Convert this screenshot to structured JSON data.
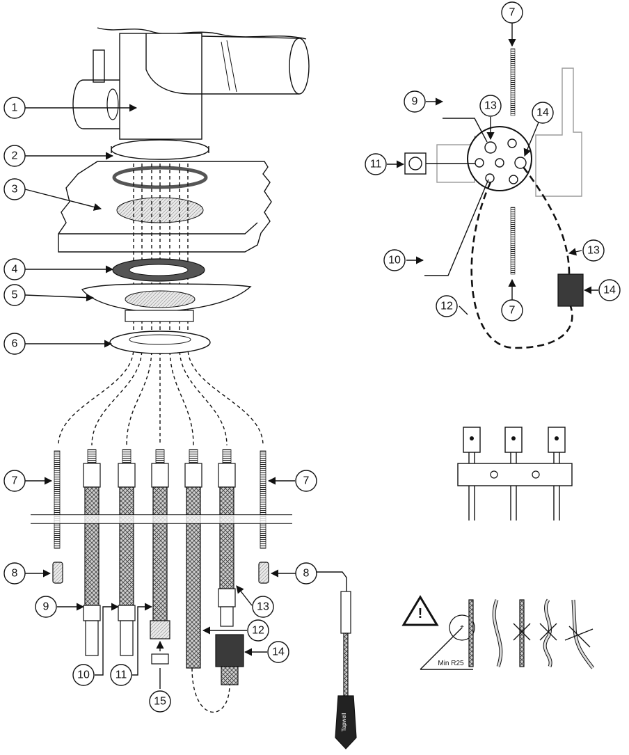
{
  "callouts": [
    {
      "id": "1",
      "label": "1"
    },
    {
      "id": "2",
      "label": "2"
    },
    {
      "id": "3",
      "label": "3"
    },
    {
      "id": "4",
      "label": "4"
    },
    {
      "id": "5",
      "label": "5"
    },
    {
      "id": "6",
      "label": "6"
    },
    {
      "id": "7a",
      "label": "7"
    },
    {
      "id": "7b",
      "label": "7"
    },
    {
      "id": "7c",
      "label": "7"
    },
    {
      "id": "7d",
      "label": "7"
    },
    {
      "id": "8a",
      "label": "8"
    },
    {
      "id": "8b",
      "label": "8"
    },
    {
      "id": "9a",
      "label": "9"
    },
    {
      "id": "9b",
      "label": "9"
    },
    {
      "id": "10a",
      "label": "10"
    },
    {
      "id": "10b",
      "label": "10"
    },
    {
      "id": "11a",
      "label": "11"
    },
    {
      "id": "11b",
      "label": "11"
    },
    {
      "id": "12a",
      "label": "12"
    },
    {
      "id": "12b",
      "label": "12"
    },
    {
      "id": "13a",
      "label": "13"
    },
    {
      "id": "13b",
      "label": "13"
    },
    {
      "id": "13c",
      "label": "13"
    },
    {
      "id": "14a",
      "label": "14"
    },
    {
      "id": "14b",
      "label": "14"
    },
    {
      "id": "14c",
      "label": "14"
    },
    {
      "id": "15",
      "label": "15"
    }
  ],
  "texts": {
    "min_radius": "Min R25",
    "brand": "Tapwell",
    "warning_glyph": "!"
  },
  "colors": {
    "line": "#111111",
    "grey_outline": "#9a9a9a",
    "seal_fill": "#555555",
    "box_fill": "#3a3a3a",
    "hatch_fill": "#d0d0d0"
  },
  "icons": [
    "warning-triangle-icon"
  ]
}
